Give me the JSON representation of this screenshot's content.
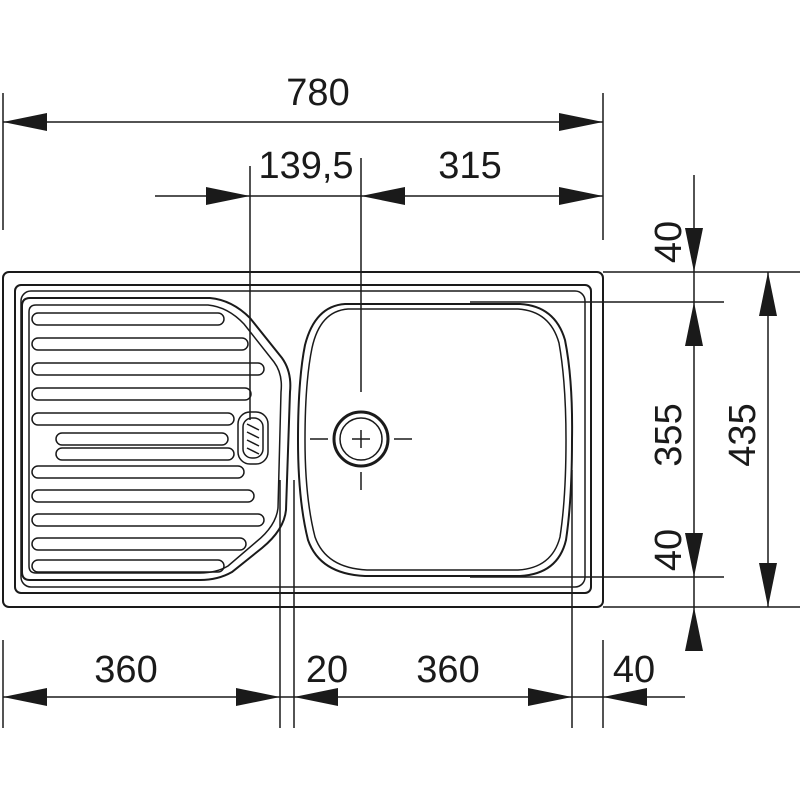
{
  "dimensions": {
    "overall_width": "780",
    "left_offset": "139,5",
    "right_offset": "315",
    "drainer_width": "360",
    "gap": "20",
    "bowl_width": "360",
    "right_rim": "40",
    "top_rim": "40",
    "bowl_depth": "355",
    "bottom_rim": "40",
    "overall_depth": "435"
  },
  "colors": {
    "line": "#1a1a1a",
    "background": "#ffffff"
  },
  "icons": {
    "overflow": "overflow-slot-icon",
    "drain": "drain-icon"
  }
}
